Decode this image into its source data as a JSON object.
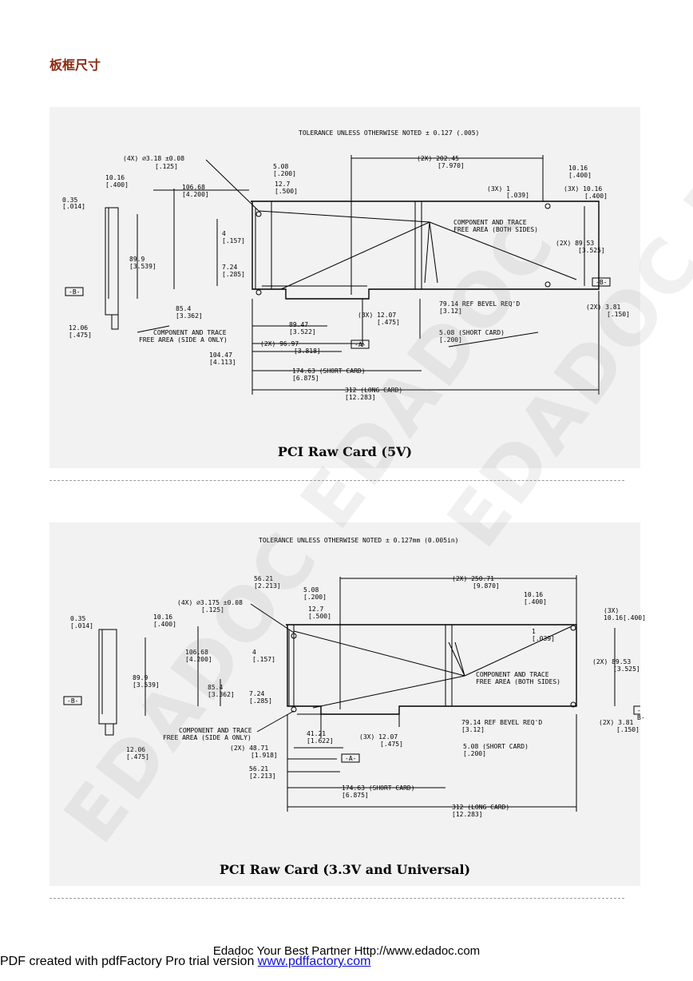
{
  "section_title": "板框尺寸",
  "figures": [
    {
      "caption": "PCI Raw Card (5V)",
      "labels": {
        "tolerance": "TOLERANCE UNLESS OTHERWISE NOTED ± 0.127 (.005)",
        "hole": "(4X) ∅3.18 ±0.08",
        "hole_in": "[.125]",
        "d1": "5.08",
        "d1_in": "[.200]",
        "d2": "12.7",
        "d2_in": "[.500]",
        "d3": "(2X) 202.45",
        "d3_in": "[7.970]",
        "d4": "10.16",
        "d4_in": "[.400]",
        "d5": "(3X) 1",
        "d5_in": "[.039]",
        "d6": "(3X) 10.16",
        "d6_in": "[.400]",
        "d7": "10.16",
        "d7_in": "[.400]",
        "d8": "0.35",
        "d8_in": "[.014]",
        "d9": "106.68",
        "d9_in": "[4.200]",
        "d10": "4",
        "d10_in": "[.157]",
        "d11": "89.9",
        "d11_in": "[3.539]",
        "d12": "7.24",
        "d12_in": "[.285]",
        "d13": "85.4",
        "d13_in": "[3.362]",
        "d14": "12.06",
        "d14_in": "[.475]",
        "d15": "89.47",
        "d15_in": "[3.522]",
        "d16": "(2X) 96.97",
        "d16_in": "[3.818]",
        "d17": "104.47",
        "d17_in": "[4.113]",
        "d18": "(3X) 12.07",
        "d18_in": "[.475]",
        "d19": "79.14 REF BEVEL REQ'D",
        "d19_in": "[3.12]",
        "d20": "5.08 (SHORT CARD)",
        "d20_in": "[.200]",
        "d21": "(2X) 89.53",
        "d21_in": "[3.525]",
        "d22": "(2X) 3.81",
        "d22_in": "[.150]",
        "d23": "174.63 (SHORT CARD)",
        "d23_in": "[6.875]",
        "d24": "312 (LONG CARD)",
        "d24_in": "[12.283]",
        "comp_free_both_1": "COMPONENT AND TRACE",
        "comp_free_both_2": "FREE AREA (BOTH SIDES)",
        "comp_free_a_1": "COMPONENT AND TRACE",
        "comp_free_a_2": "FREE AREA (SIDE A ONLY)",
        "datum_a": "-A-",
        "datum_b1": "-B-",
        "datum_b2": "-B-"
      }
    },
    {
      "caption": "PCI Raw Card (3.3V and Universal)",
      "labels": {
        "tolerance": "TOLERANCE UNLESS OTHERWISE NOTED ± 0.127mm (0.005in)",
        "hole": "(4X) ∅3.175 ±0.08",
        "hole_in": "[.125]",
        "d0": "56.21",
        "d0_in": "[2.213]",
        "d1": "5.08",
        "d1_in": "[.200]",
        "d2": "12.7",
        "d2_in": "[.500]",
        "d3": "(2X) 250.71",
        "d3_in": "[9.870]",
        "d4": "10.16",
        "d4_in": "[.400]",
        "d5": "1",
        "d5_in": "[.039]",
        "d6": "(3X) 10.16",
        "d6_in": "[.400]",
        "d7": "10.16",
        "d7_in": "[.400]",
        "d8": "0.35",
        "d8_in": "[.014]",
        "d9": "106.68",
        "d9_in": "[4.200]",
        "d10": "4",
        "d10_in": "[.157]",
        "d11": "89.9",
        "d11_in": "[3.539]",
        "d12": "7.24",
        "d12_in": "[.285]",
        "d13": "85.4",
        "d13_in": "[3.362]",
        "d14": "12.06",
        "d14_in": "[.475]",
        "d15": "41.21",
        "d15_in": "[1.622]",
        "d16": "(2X) 48.71",
        "d16_in": "[1.918]",
        "d17": "56.21",
        "d17_in": "[2.213]",
        "d18": "(3X) 12.07",
        "d18_in": "[.475]",
        "d19": "79.14 REF BEVEL REQ'D",
        "d19_in": "[3.12]",
        "d20": "5.08 (SHORT CARD)",
        "d20_in": "[.200]",
        "d21": "(2X) 89.53",
        "d21_in": "[3.525]",
        "d22": "(2X) 3.81",
        "d22_in": "[.150]",
        "d23": "174.63 (SHORT CARD)",
        "d23_in": "[6.875]",
        "d24": "312 (LONG CARD)",
        "d24_in": "[12.283]",
        "comp_free_both_1": "COMPONENT AND TRACE",
        "comp_free_both_2": "FREE AREA (BOTH SIDES)",
        "comp_free_a_1": "COMPONENT AND TRACE",
        "comp_free_a_2": "FREE AREA (SIDE A ONLY)",
        "datum_a": "-A-",
        "datum_b1": "-B-",
        "datum_b2": "-B-"
      }
    }
  ],
  "watermark": "EDADOC EDADOC",
  "footer": {
    "partner": "Edadoc Your Best Partner   Http://www.edadoc.com",
    "pdf_text": "PDF created with pdfFactory Pro trial version ",
    "pdf_link": "www.pdffactory.com"
  }
}
